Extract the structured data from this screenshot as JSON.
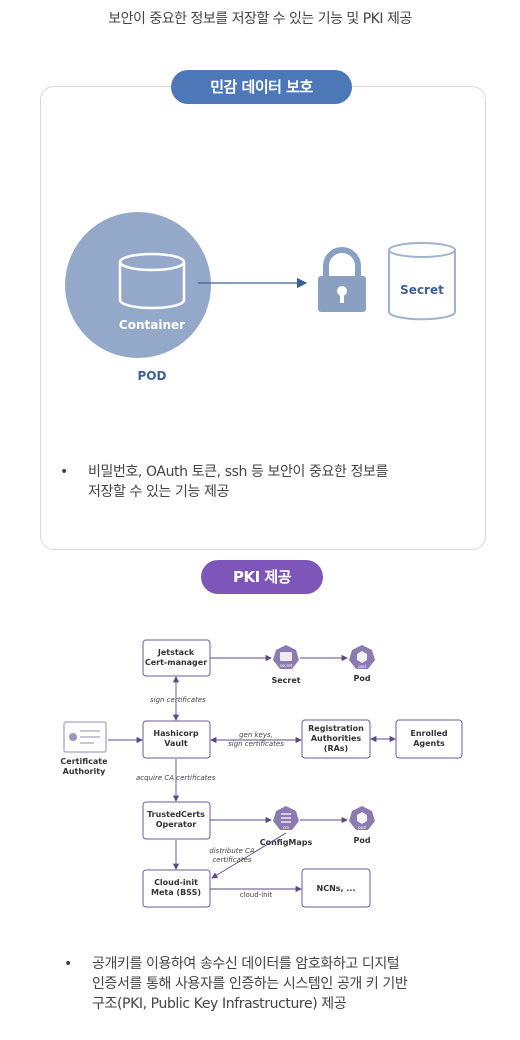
{
  "header": {
    "title": "보안이 중요한 정보를 저장할 수 있는 기능 및 PKI 제공"
  },
  "section1": {
    "pill": "민감 데이터 보호",
    "container_label": "Container",
    "pod_label": "POD",
    "secret_label": "Secret",
    "bullet_line1": "비밀번호, OAuth 토큰, ssh 등 보안이 중요한 정보를",
    "bullet_line2": "저장할 수 있는 기능 제공"
  },
  "section2": {
    "pill": "PKI 제공",
    "nodes": {
      "jetstack1": "Jetstack",
      "jetstack2": "Cert-manager",
      "vault1": "Hashicorp",
      "vault2": "Vault",
      "ra1": "Registration",
      "ra2": "Authorities",
      "ra3": "(RAs)",
      "enrolled1": "Enrolled",
      "enrolled2": "Agents",
      "trusted1": "TrustedCerts",
      "trusted2": "Operator",
      "cloud1": "Cloud-init",
      "cloud2": "Meta (BSS)",
      "ncns": "NCNs, ...",
      "ca1": "Certificate",
      "ca2": "Authority",
      "secret": "Secret",
      "pod1": "Pod",
      "configmaps": "ConfigMaps",
      "pod2": "Pod",
      "secret_icon_text": "secret",
      "cm_icon_text": "cm",
      "pod_icon_text": "pod"
    },
    "edges": {
      "sign_certs": "sign certificates",
      "gen_keys1": "gen keys,",
      "gen_keys2": "sign certificates",
      "acquire": "acquire CA certificates",
      "distribute1": "distribute CA",
      "distribute2": "certificates",
      "cloud_init": "cloud-init"
    },
    "bullet_line1": "공개키를 이용하여 송수신 데이터를 암호화하고 디지털",
    "bullet_line2": "인증서를 통해 사용자를 인증하는 시스템인 공개 키 기반",
    "bullet_line3": "구조(PKI, Public Key Infrastructure) 제공"
  },
  "colors": {
    "blue_pill": "#4d78b8",
    "purple_pill": "#7e55b8",
    "pod_circle": "#94a9c9",
    "diagram_purple": "#6e5a9c",
    "icon_purple": "#8c7bb0"
  }
}
